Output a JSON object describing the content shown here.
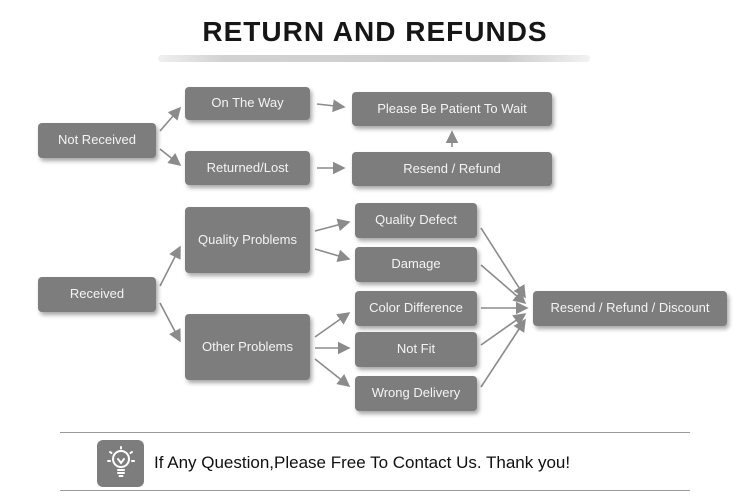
{
  "title": "RETURN AND REFUNDS",
  "nodes": {
    "not_received": "Not Received",
    "on_the_way": "On The Way",
    "returned_lost": "Returned/Lost",
    "please_wait": "Please Be Patient To Wait",
    "resend_refund": "Resend / Refund",
    "received": "Received",
    "quality_problems": "Quality Problems",
    "other_problems": "Other Problems",
    "quality_defect": "Quality Defect",
    "damage": "Damage",
    "color_difference": "Color Difference",
    "not_fit": "Not Fit",
    "wrong_delivery": "Wrong Delivery",
    "resend_refund_discount": "Resend / Refund / Discount"
  },
  "edges": [
    "not_received -> on_the_way",
    "not_received -> returned_lost",
    "on_the_way -> please_wait",
    "returned_lost -> resend_refund",
    "resend_refund -> please_wait",
    "received -> quality_problems",
    "received -> other_problems",
    "quality_problems -> quality_defect",
    "quality_problems -> damage",
    "other_problems -> color_difference",
    "other_problems -> not_fit",
    "other_problems -> wrong_delivery",
    "quality_defect -> resend_refund_discount",
    "damage -> resend_refund_discount",
    "color_difference -> resend_refund_discount",
    "not_fit -> resend_refund_discount",
    "wrong_delivery -> resend_refund_discount"
  ],
  "footer": {
    "icon": "lightbulb-icon",
    "text": "If Any Question,Please Free To Contact Us. Thank you!"
  },
  "colors": {
    "box": "#7d7d7d",
    "box_text": "#f4f4f4",
    "arrow": "#8b8b8b",
    "title_text": "#161616",
    "background": "#ffffff"
  }
}
